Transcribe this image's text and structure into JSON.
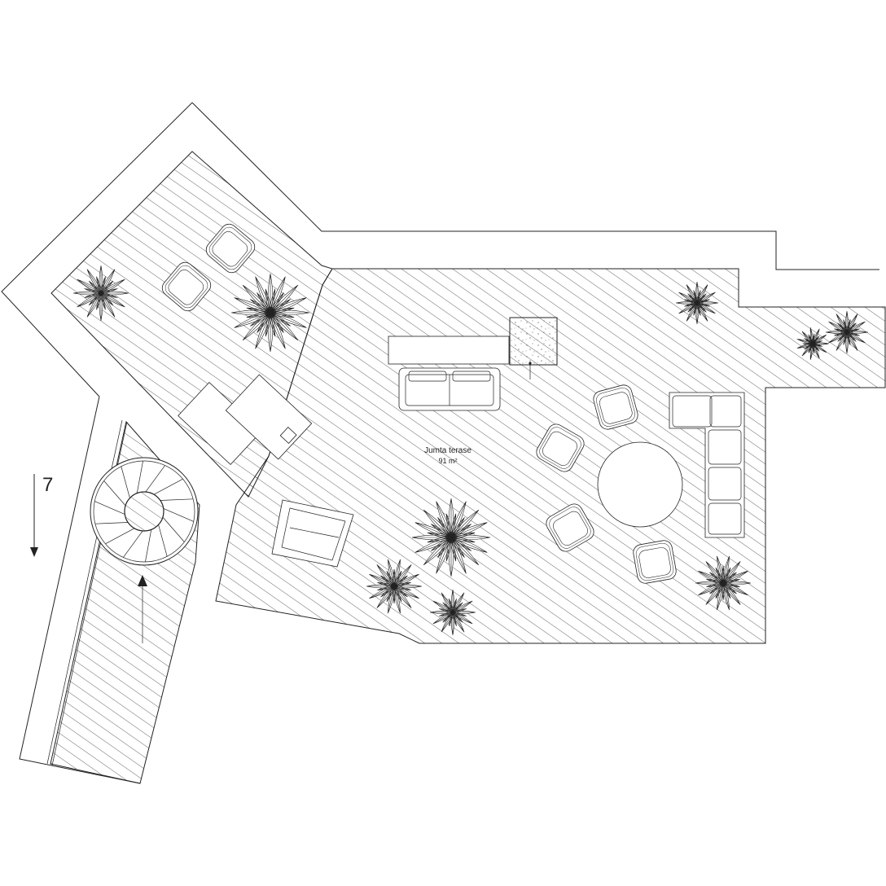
{
  "plan": {
    "room_name": "Jumta terase",
    "room_area": "91 m²",
    "section_marker": "7"
  },
  "colors": {
    "line": "#222222",
    "background": "#ffffff"
  }
}
